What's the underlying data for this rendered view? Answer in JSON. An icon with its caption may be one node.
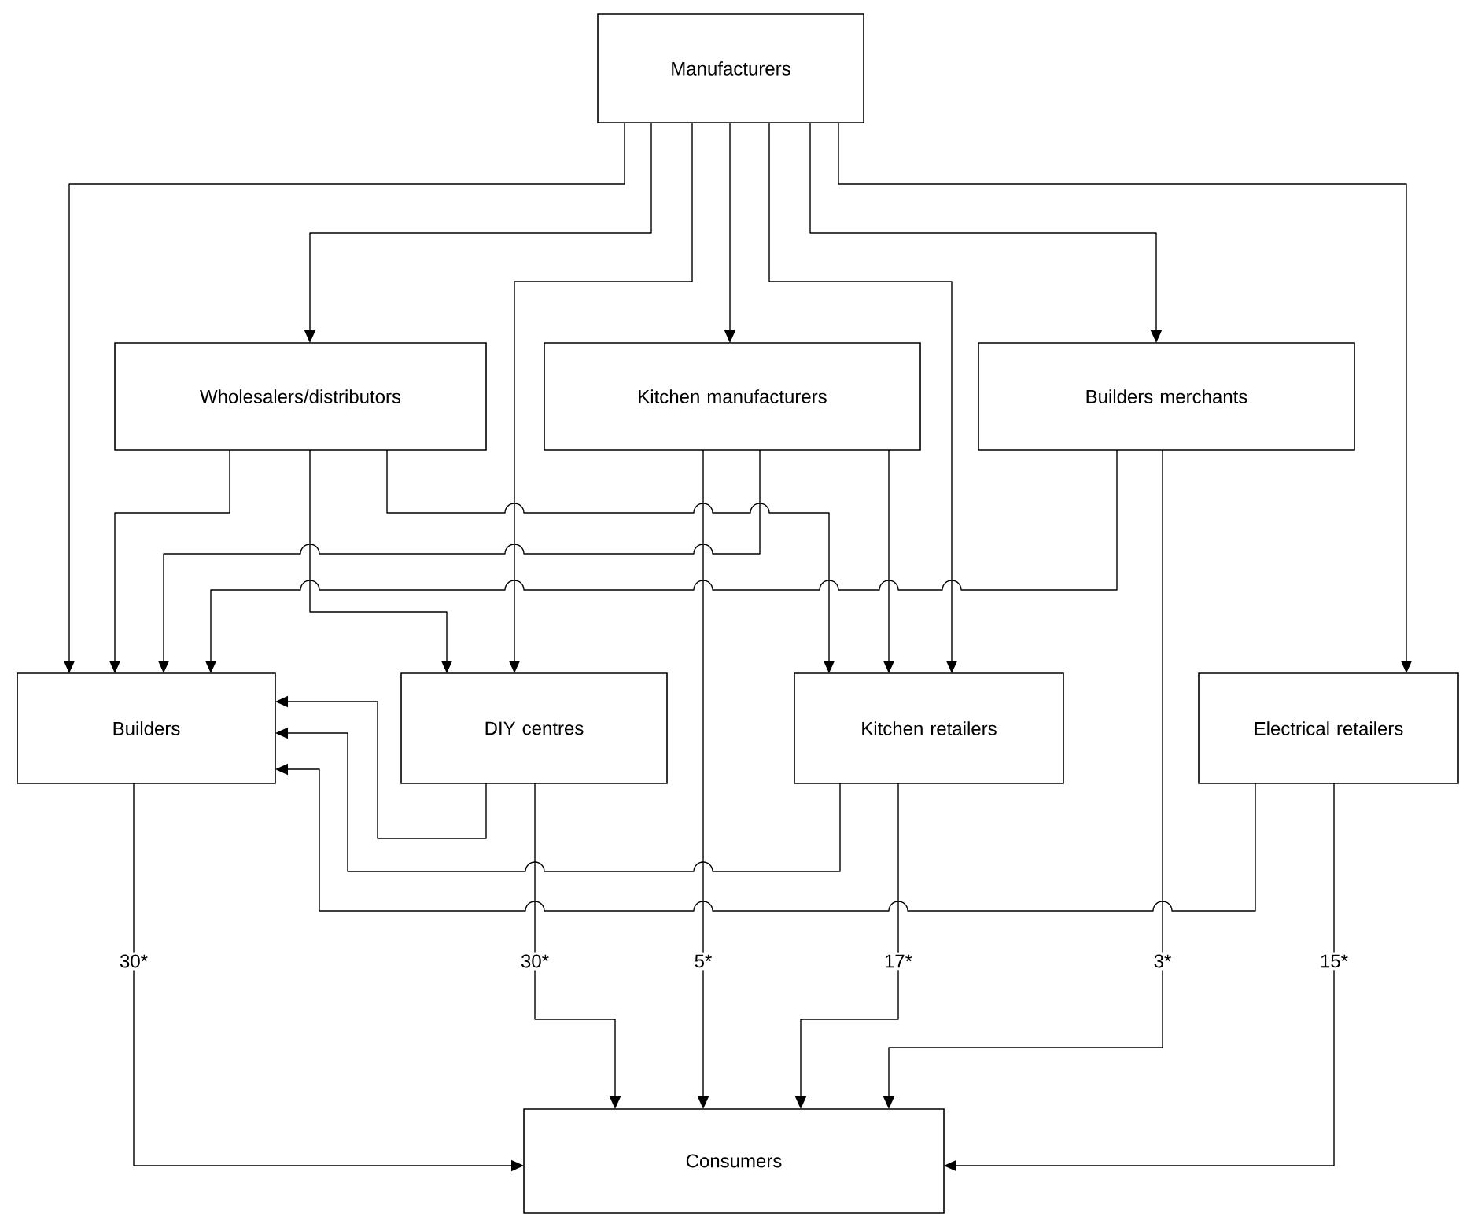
{
  "diagram": {
    "nodes": [
      {
        "text": [
          "Manufacturers"
        ]
      },
      {
        "text": [
          "Wholesalers/distributors"
        ]
      },
      {
        "text": [
          "Kitchen manufacturers"
        ]
      },
      {
        "text": [
          "Builders merchants"
        ]
      },
      {
        "text": [
          "Builders"
        ]
      },
      {
        "text": [
          "DIY centres"
        ]
      },
      {
        "text": [
          "Kitchen retailers"
        ]
      },
      {
        "text": [
          "Electrical retailers"
        ]
      },
      {
        "text": [
          "Consumers"
        ]
      }
    ],
    "edges": [
      {
        "from": 0,
        "to": 4,
        "arrow": "to"
      },
      {
        "from": 0,
        "to": 1,
        "arrow": "to"
      },
      {
        "from": 0,
        "to": 5,
        "arrow": "to"
      },
      {
        "from": 0,
        "to": 2,
        "arrow": "to"
      },
      {
        "from": 0,
        "to": 6,
        "arrow": "to"
      },
      {
        "from": 0,
        "to": 3,
        "arrow": "to"
      },
      {
        "from": 0,
        "to": 7,
        "arrow": "to"
      },
      {
        "from": 1,
        "to": 4,
        "arrow": "to"
      },
      {
        "from": 1,
        "to": 5,
        "arrow": "to"
      },
      {
        "from": 1,
        "to": 6,
        "arrow": "to"
      },
      {
        "from": 2,
        "to": 4,
        "arrow": "to"
      },
      {
        "from": 2,
        "to": 6,
        "arrow": "to"
      },
      {
        "from": 2,
        "to": 8,
        "arrow": "to",
        "label": "5*"
      },
      {
        "from": 3,
        "to": 4,
        "arrow": "to"
      },
      {
        "from": 3,
        "to": 8,
        "arrow": "to",
        "label": "3*"
      },
      {
        "from": 5,
        "to": 4,
        "arrow": "to"
      },
      {
        "from": 6,
        "to": 4,
        "arrow": "to"
      },
      {
        "from": 7,
        "to": 4,
        "arrow": "to"
      },
      {
        "from": 4,
        "to": 8,
        "arrow": "to",
        "label": "30*"
      },
      {
        "from": 5,
        "to": 8,
        "arrow": "to",
        "label": "30*"
      },
      {
        "from": 6,
        "to": 8,
        "arrow": "to",
        "label": "17*"
      },
      {
        "from": 7,
        "to": 8,
        "arrow": "to",
        "label": "15*"
      }
    ]
  }
}
